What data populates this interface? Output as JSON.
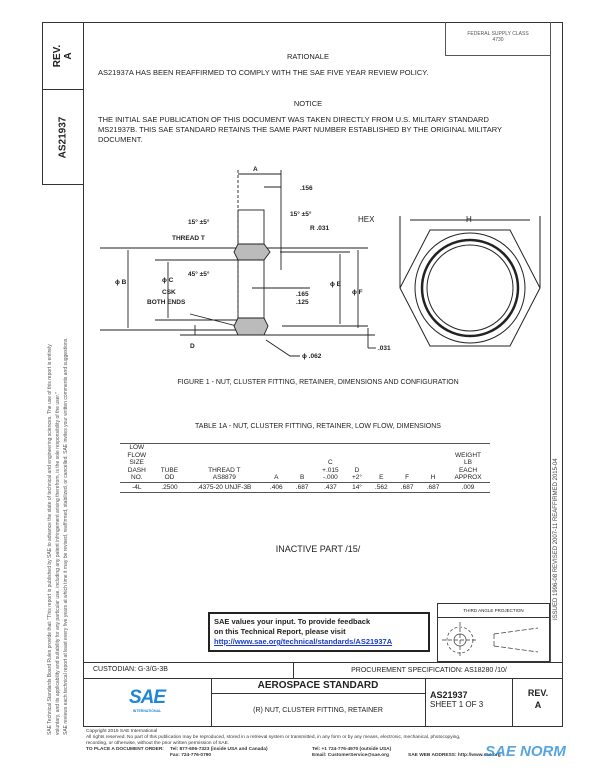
{
  "left_boxes": {
    "rev_label": "REV.",
    "rev_value": "A",
    "doc_number": "AS21937"
  },
  "left_margin_text": [
    "SAE Technical Standards Board Rules provide that: \"This report is published by SAE to advance the state of technical and engineering sciences. The use of this report is entirely",
    "voluntary, and its applicability and suitability for any particular use, including any patent infringement arising therefrom, is the sole responsibility of the user.\"",
    "SAE reviews each technical report at least every five years at which time it may be revised, reaffirmed, stabilized, or cancelled. SAE invites your written comments and suggestions."
  ],
  "federal_supply_class": {
    "label": "FEDERAL SUPPLY CLASS",
    "value": "4730"
  },
  "rationale": {
    "heading": "RATIONALE",
    "text": "AS21937A HAS BEEN REAFFIRMED TO COMPLY WITH THE SAE FIVE YEAR REVIEW POLICY."
  },
  "notice": {
    "heading": "NOTICE",
    "text": "THE INITIAL SAE PUBLICATION OF THIS DOCUMENT WAS TAKEN DIRECTLY FROM U.S. MILITARY STANDARD MS21937B. THIS SAE STANDARD RETAINS THE SAME PART NUMBER ESTABLISHED BY THE ORIGINAL MILITARY DOCUMENT."
  },
  "figure": {
    "labels": {
      "a": "A",
      "dim_156": ".156",
      "angle_top": "15° ±5°",
      "angle_left": "15° ±5°",
      "radius": "R .031",
      "thread": "THREAD T",
      "angle_45": "45° ±5°",
      "phi_b": "ϕ B",
      "phi_c": "ϕ C",
      "csk": "CSK",
      "both_ends": "BOTH ENDS",
      "dim_165": ".165",
      "dim_125": ".125",
      "phi_e": "ϕ E",
      "phi_f": "ϕ F",
      "d": "D",
      "phi_062": "ϕ .062",
      "dim_031": ".031",
      "hex": "HEX",
      "h": "H"
    },
    "caption": "FIGURE 1 - NUT, CLUSTER FITTING, RETAINER, DIMENSIONS AND CONFIGURATION"
  },
  "table": {
    "title": "TABLE 1A - NUT, CLUSTER FITTING, RETAINER, LOW FLOW, DIMENSIONS",
    "headers": [
      [
        "LOW",
        "FLOW",
        "SIZE",
        "DASH",
        "NO."
      ],
      [
        "TUBE",
        "OD"
      ],
      [
        "THREAD T",
        "AS8879"
      ],
      [
        "A"
      ],
      [
        "B"
      ],
      [
        "C",
        "+.015",
        "-.000"
      ],
      [
        "D",
        "+2°"
      ],
      [
        "E"
      ],
      [
        "F"
      ],
      [
        "H"
      ],
      [
        "WEIGHT",
        "LB",
        "EACH",
        "APPROX"
      ]
    ],
    "rows": [
      [
        "-4L",
        ".2500",
        ".4375-20 UNJF-3B",
        ".406",
        ".687",
        ".437",
        "14°",
        ".562",
        ".687",
        ".687",
        ".009"
      ]
    ]
  },
  "inactive": "INACTIVE PART /15/",
  "feedback": {
    "line1": "SAE values your input. To provide feedback",
    "line2": "on this Technical Report, please visit",
    "link": "http://www.sae.org/technical/standards/AS21937A"
  },
  "third_angle": "THIRD ANGLE PROJECTION",
  "right_strip": "ISSUED 1996-08    REVISED 2007-11    REAFFIRMED 2015-04",
  "title_block": {
    "custodian": "CUSTODIAN: G-3/G-3B",
    "procurement": "PROCUREMENT SPECIFICATION: AS18280 /10/",
    "logo": "SAE",
    "logo_sub": "INTERNATIONAL",
    "heading": "AEROSPACE STANDARD",
    "title": "(R) NUT, CLUSTER FITTING, RETAINER",
    "doc": "AS21937",
    "sheet": "SHEET 1 OF 3",
    "rev_label": "REV.",
    "rev_value": "A"
  },
  "copyright": {
    "line1": "Copyright 2015 SAE International",
    "line2": "All rights reserved. No part of this publication may be reproduced, stored in a retrieval system or transmitted, in any form or by any means, electronic, mechanical, photocopying,",
    "line3": "recording, or otherwise, without the prior written permission of SAE.",
    "order_label": "TO PLACE A DOCUMENT ORDER:",
    "tel1": "Tel: 877-606-7323 (inside USA and Canada)",
    "fax": "Fax: 724-776-0790",
    "tel2": "Tel: +1 724-776-4970 (outside USA)",
    "email": "Email: CustomerService@sae.org",
    "web": "SAE WEB ADDRESS: http://www.sae.org"
  },
  "watermark": "SAE NORM",
  "colors": {
    "link": "#1a3cc8",
    "logo": "#1e88d6"
  }
}
